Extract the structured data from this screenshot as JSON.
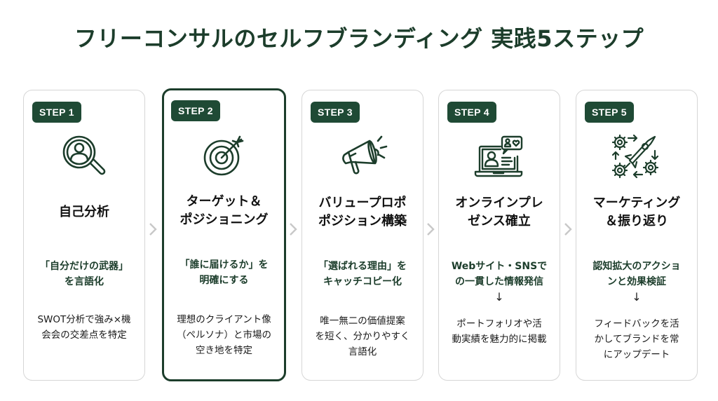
{
  "title": "フリーコンサルのセルフブランディング 実践5ステップ",
  "colors": {
    "accent": "#1c3d2b",
    "badge": "#1f4a35",
    "border": "#d6d6d6",
    "chevron": "#c8c8c8"
  },
  "steps": [
    {
      "badge": "STEP 1",
      "icon": "magnifier-person-icon",
      "heading_lines": [
        "自己分析"
      ],
      "sub_lines": [
        "「自分だけの武器」",
        "を言語化"
      ],
      "arrow": null,
      "desc_lines": [
        "SWOT分析で強み×機",
        "会会の交差点を特定"
      ]
    },
    {
      "badge": "STEP 2",
      "icon": "target-arrow-icon",
      "heading_lines": [
        "ターゲット＆",
        "ポジショニング"
      ],
      "sub_lines": [
        "「誰に届けるか」を",
        "明確にする"
      ],
      "arrow": null,
      "desc_lines": [
        "理想のクライアント像",
        "（ペルソナ）と市場の",
        "空き地を特定"
      ],
      "active": true
    },
    {
      "badge": "STEP 3",
      "icon": "megaphone-icon",
      "heading_lines": [
        "バリュープロポ",
        "ポジション構築"
      ],
      "sub_lines": [
        "「選ばれる理由」を",
        "キャッチコピー化"
      ],
      "arrow": null,
      "desc_lines": [
        "唯一無二の価値提案",
        "を短く、分かりやすく",
        "言語化"
      ]
    },
    {
      "badge": "STEP 4",
      "icon": "laptop-profile-icon",
      "heading_lines": [
        "オンラインプレ",
        "ゼンス確立"
      ],
      "sub_lines": [
        "Webサイト・SNSで",
        "の一貫した情報発信"
      ],
      "arrow": "↓",
      "desc_lines": [
        "ポートフォリオや活",
        "動実績を魅力的に掲載"
      ]
    },
    {
      "badge": "STEP 5",
      "icon": "rocket-gears-icon",
      "heading_lines": [
        "マーケティング",
        "＆振り返り"
      ],
      "sub_lines": [
        "認知拡大のアクショ",
        "ンと効果検証"
      ],
      "arrow": "↓",
      "desc_lines": [
        "フィードバックを活",
        "かしてブランドを常",
        "にアップデート"
      ]
    }
  ]
}
